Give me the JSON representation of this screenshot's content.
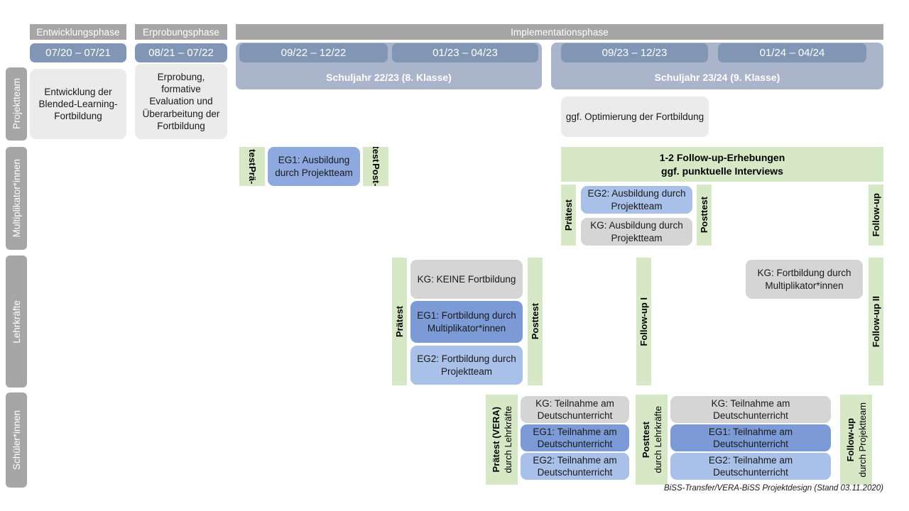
{
  "diagram": {
    "title": "BiSS-Transfer/VERA-BiSS Projektdesign",
    "credit": "BiSS-Transfer/VERA-BiSS Projektdesign (Stand 03.11.2020)",
    "colors": {
      "header_gray": "#a6a6a6",
      "period_blue": "#8096b4",
      "schoolyear_blue": "#aab5cb",
      "green_strip": "#d6e8c6",
      "box_gray_light": "#ebebeb",
      "box_gray": "#d5d5d5",
      "box_blue_dark": "#7b9ad6",
      "box_blue_mid": "#8ea9df",
      "box_blue_light": "#a9c0e8"
    }
  },
  "phases": [
    {
      "label": "Entwicklungsphase"
    },
    {
      "label": "Erprobungsphase"
    },
    {
      "label": "Implementationsphase"
    }
  ],
  "periods": [
    {
      "label": "07/20 – 07/21"
    },
    {
      "label": "08/21 – 07/22"
    },
    {
      "label": "09/22 – 12/22"
    },
    {
      "label": "01/23 – 04/23"
    },
    {
      "label": "09/23 – 12/23"
    },
    {
      "label": "01/24 – 04/24"
    }
  ],
  "school_years": [
    {
      "label": "Schuljahr 22/23 (8. Klasse)"
    },
    {
      "label": "Schuljahr 23/24 (9. Klasse)"
    }
  ],
  "roles": [
    {
      "label": "Projektteam"
    },
    {
      "label": "Multiplikator*innen"
    },
    {
      "label": "Lehrkräfte"
    },
    {
      "label": "Schüler*innen"
    }
  ],
  "projektteam_row": {
    "boxes": [
      {
        "text": "Entwicklung der Blended-Learning-Fortbildung"
      },
      {
        "text": "Erprobung, formative Evaluation und Überarbeitung der Fortbildung"
      },
      {
        "text": "ggf. Optimierung der Fortbildung"
      }
    ]
  },
  "multiplikator_row": {
    "pretest_1": {
      "line1": "Prä-",
      "line2": "test"
    },
    "posttest_1": {
      "line1": "Post-",
      "line2": "test"
    },
    "box_eg1": {
      "text": "EG1: Ausbildung durch Projektteam"
    },
    "banner": {
      "line1": "1-2 Follow-up-Erhebungen",
      "line2": "ggf. punktuelle Interviews"
    },
    "pretest_2": {
      "label": "Prätest"
    },
    "posttest_2": {
      "label": "Posttest"
    },
    "followup": {
      "label": "Follow-up"
    },
    "box_eg2": {
      "text": "EG2: Ausbildung durch Projektteam"
    },
    "box_kg": {
      "text": "KG: Ausbildung durch Projektteam"
    }
  },
  "lehrkraefte_row": {
    "pretest": {
      "label": "Prätest"
    },
    "posttest": {
      "label": "Posttest"
    },
    "followup_1": {
      "label": "Follow-up I"
    },
    "followup_2": {
      "label": "Follow-up II"
    },
    "box_kg": {
      "text": "KG:  KEINE Fortbildung"
    },
    "box_eg1": {
      "text": "EG1: Fortbildung durch Multiplikator*innen"
    },
    "box_eg2": {
      "text": "EG2: Fortbildung durch Projektteam"
    },
    "box_kg_right": {
      "text": "KG: Fortbildung durch Multiplikator*innen"
    }
  },
  "schueler_row": {
    "pretest": {
      "label": "Prätest (VERA)",
      "sub": "durch Lehrkräfte"
    },
    "posttest": {
      "label": "Posttest",
      "sub": "durch Lehrkräfte"
    },
    "followup": {
      "label": "Follow-up",
      "sub": "durch Projektteam"
    },
    "left_boxes": [
      {
        "text": "KG: Teilnahme am Deutschunterricht"
      },
      {
        "text": "EG1: Teilnahme am Deutschunterricht"
      },
      {
        "text": "EG2: Teilnahme am Deutschunterricht"
      }
    ],
    "right_boxes": [
      {
        "text": "KG: Teilnahme am Deutschunterricht"
      },
      {
        "text": "EG1: Teilnahme am Deutschunterricht"
      },
      {
        "text": "EG2: Teilnahme am Deutschunterricht"
      }
    ]
  }
}
